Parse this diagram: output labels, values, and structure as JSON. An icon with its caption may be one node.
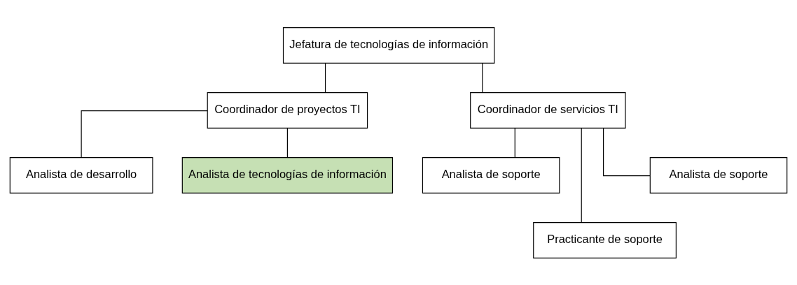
{
  "diagram": {
    "nodes": [
      {
        "text": [
          "Jefatura de tecnologías de información"
        ]
      },
      {
        "text": [
          "Coordinador de proyectos TI"
        ]
      },
      {
        "text": [
          "Coordinador de servicios TI"
        ]
      },
      {
        "text": [
          "Analista de desarrollo"
        ]
      },
      {
        "text": [
          "Analista de tecnologías de información"
        ]
      },
      {
        "text": [
          "Analista de soporte"
        ]
      },
      {
        "text": [
          "Practicante de soporte"
        ]
      },
      {
        "text": [
          "Analista de soporte"
        ]
      }
    ],
    "edges": [
      {
        "from": 0,
        "to": 1,
        "arrow": "none"
      },
      {
        "from": 0,
        "to": 2,
        "arrow": "none"
      },
      {
        "from": 1,
        "to": 3,
        "arrow": "none"
      },
      {
        "from": 1,
        "to": 4,
        "arrow": "none"
      },
      {
        "from": 2,
        "to": 5,
        "arrow": "none"
      },
      {
        "from": 2,
        "to": 6,
        "arrow": "none"
      },
      {
        "from": 2,
        "to": 7,
        "arrow": "none"
      }
    ]
  }
}
